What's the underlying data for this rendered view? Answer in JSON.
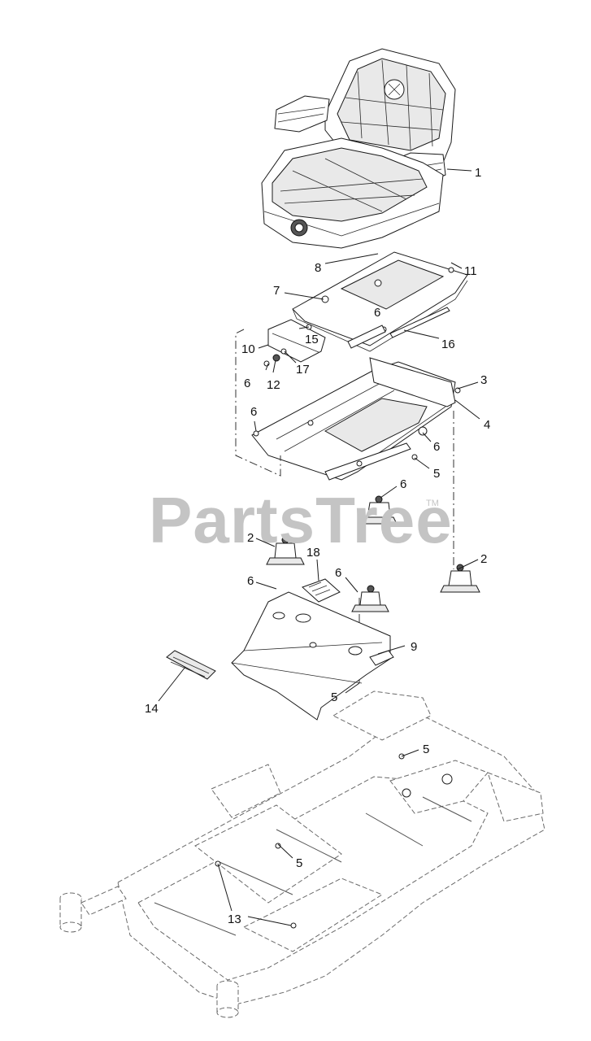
{
  "watermark": {
    "text": "PartsTree",
    "trademark": "TM"
  },
  "callouts": {
    "c1": "1",
    "c8": "8",
    "c11": "11",
    "c7": "7",
    "c6a": "6",
    "c15": "15",
    "c16": "16",
    "c10": "10",
    "c17": "17",
    "c6b": "6",
    "c12": "12",
    "c3": "3",
    "c4": "4",
    "c6c": "6",
    "c6d": "6",
    "c5a": "5",
    "c6e": "6",
    "c2a": "2",
    "c18": "18",
    "c2b": "2",
    "c6f": "6",
    "c6g": "6",
    "c9": "9",
    "c14": "14",
    "c5b": "5",
    "c5c": "5",
    "c5d": "5",
    "c13": "13"
  }
}
